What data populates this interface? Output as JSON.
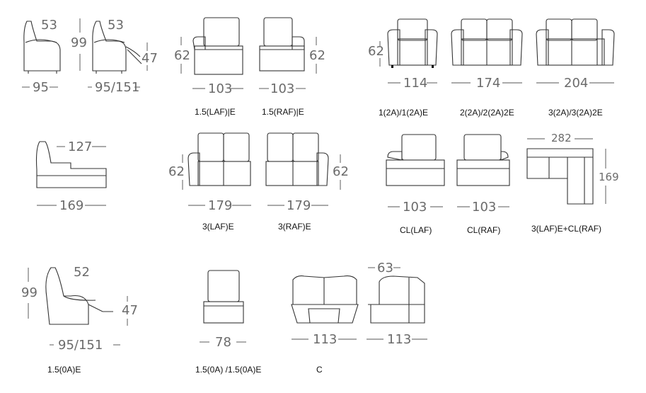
{
  "dimensions": {
    "r1_chair_depth1": "53",
    "r1_chair_depth2": "53",
    "r1_height_99": "99",
    "r1_leg_47": "47",
    "r1_w95": "95",
    "r1_w95_151": "95/151",
    "r1_h62a": "62",
    "r1_w103a": "103",
    "r1_w103b": "103",
    "r1_h62b": "62",
    "r1_h62c": "62",
    "r1_w114": "114",
    "r1_w174": "174",
    "r1_w204": "204",
    "r2_d127": "127",
    "r2_w169": "169",
    "r2_h62a": "62",
    "r2_w179a": "179",
    "r2_w179b": "179",
    "r2_h62b": "62",
    "r2_w103a": "103",
    "r2_w103b": "103",
    "r2_w282": "282",
    "r2_d169": "169",
    "r3_h99": "99",
    "r3_d52": "52",
    "r3_leg47": "47",
    "r3_w95_151": "95/151",
    "r3_w78": "78",
    "r3_d63": "63",
    "r3_w113a": "113",
    "r3_w113b": "113"
  },
  "captions": {
    "c_15lafe": "1.5(LAF)|E",
    "c_15rafe": "1.5(RAF)|E",
    "c_1_2a": "1(2A)/1(2A)E",
    "c_2_2a": "2(2A)/2(2A)2E",
    "c_3_2a": "3(2A)/3(2A)2E",
    "c_3lafe": "3(LAF)E",
    "c_3rafe": "3(RAF)E",
    "c_cllaf": "CL(LAF)",
    "c_clraf": "CL(RAF)",
    "c_3lafe_clraf": "3(LAF)E+CL(RAF)",
    "c_15_0ae": "1.5(0A)E",
    "c_15_0a": "1.5(0A) /1.5(0A)E",
    "c_c": "C"
  }
}
